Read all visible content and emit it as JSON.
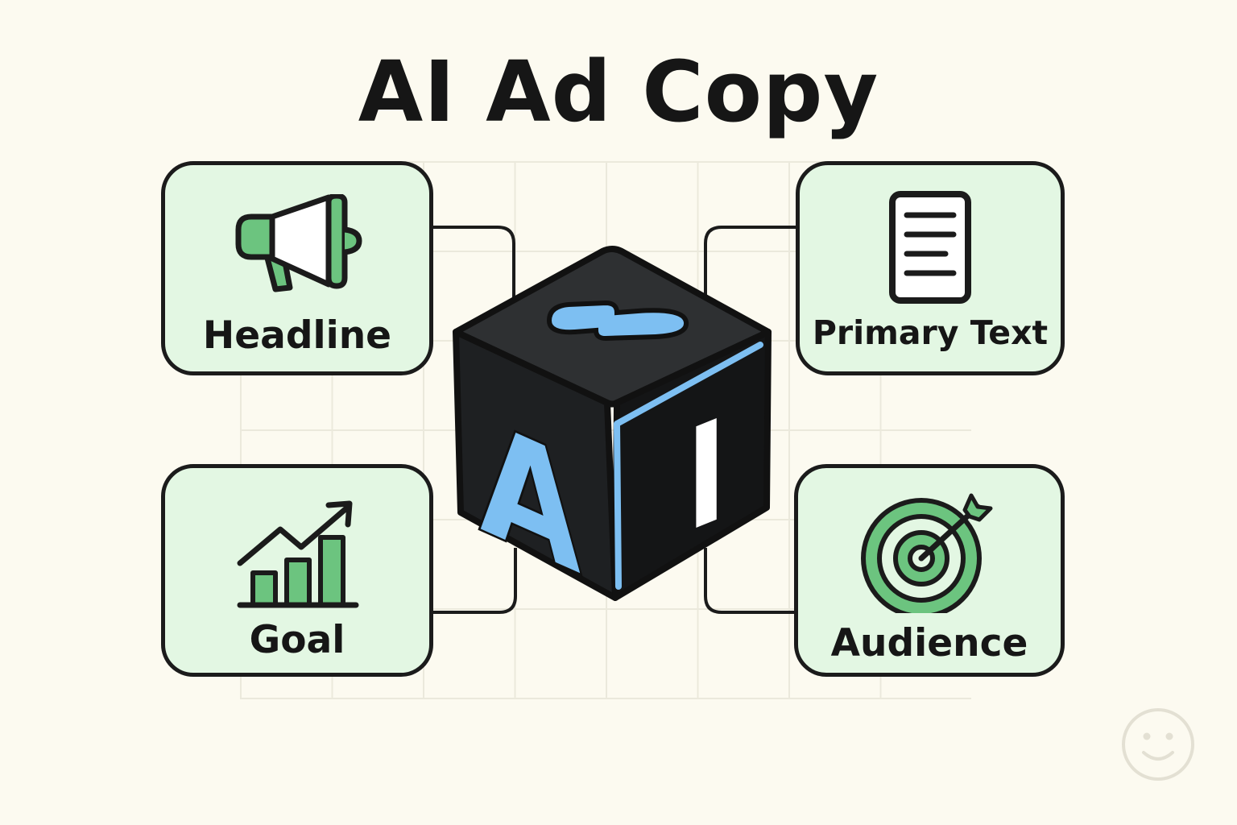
{
  "title": "AI Ad Copy",
  "center": {
    "letters": [
      "A",
      "I"
    ]
  },
  "cards": {
    "headline": {
      "label": "Headline",
      "icon": "megaphone-icon"
    },
    "primary_text": {
      "label": "Primary Text",
      "icon": "document-icon"
    },
    "goal": {
      "label": "Goal",
      "icon": "growth-chart-icon"
    },
    "audience": {
      "label": "Audience",
      "icon": "target-icon"
    }
  },
  "colors": {
    "background": "#fcfaf0",
    "card_fill": "#e3f7e3",
    "accent_green": "#6cc47f",
    "accent_blue": "#7dbff2",
    "outline": "#1b1b1b"
  }
}
